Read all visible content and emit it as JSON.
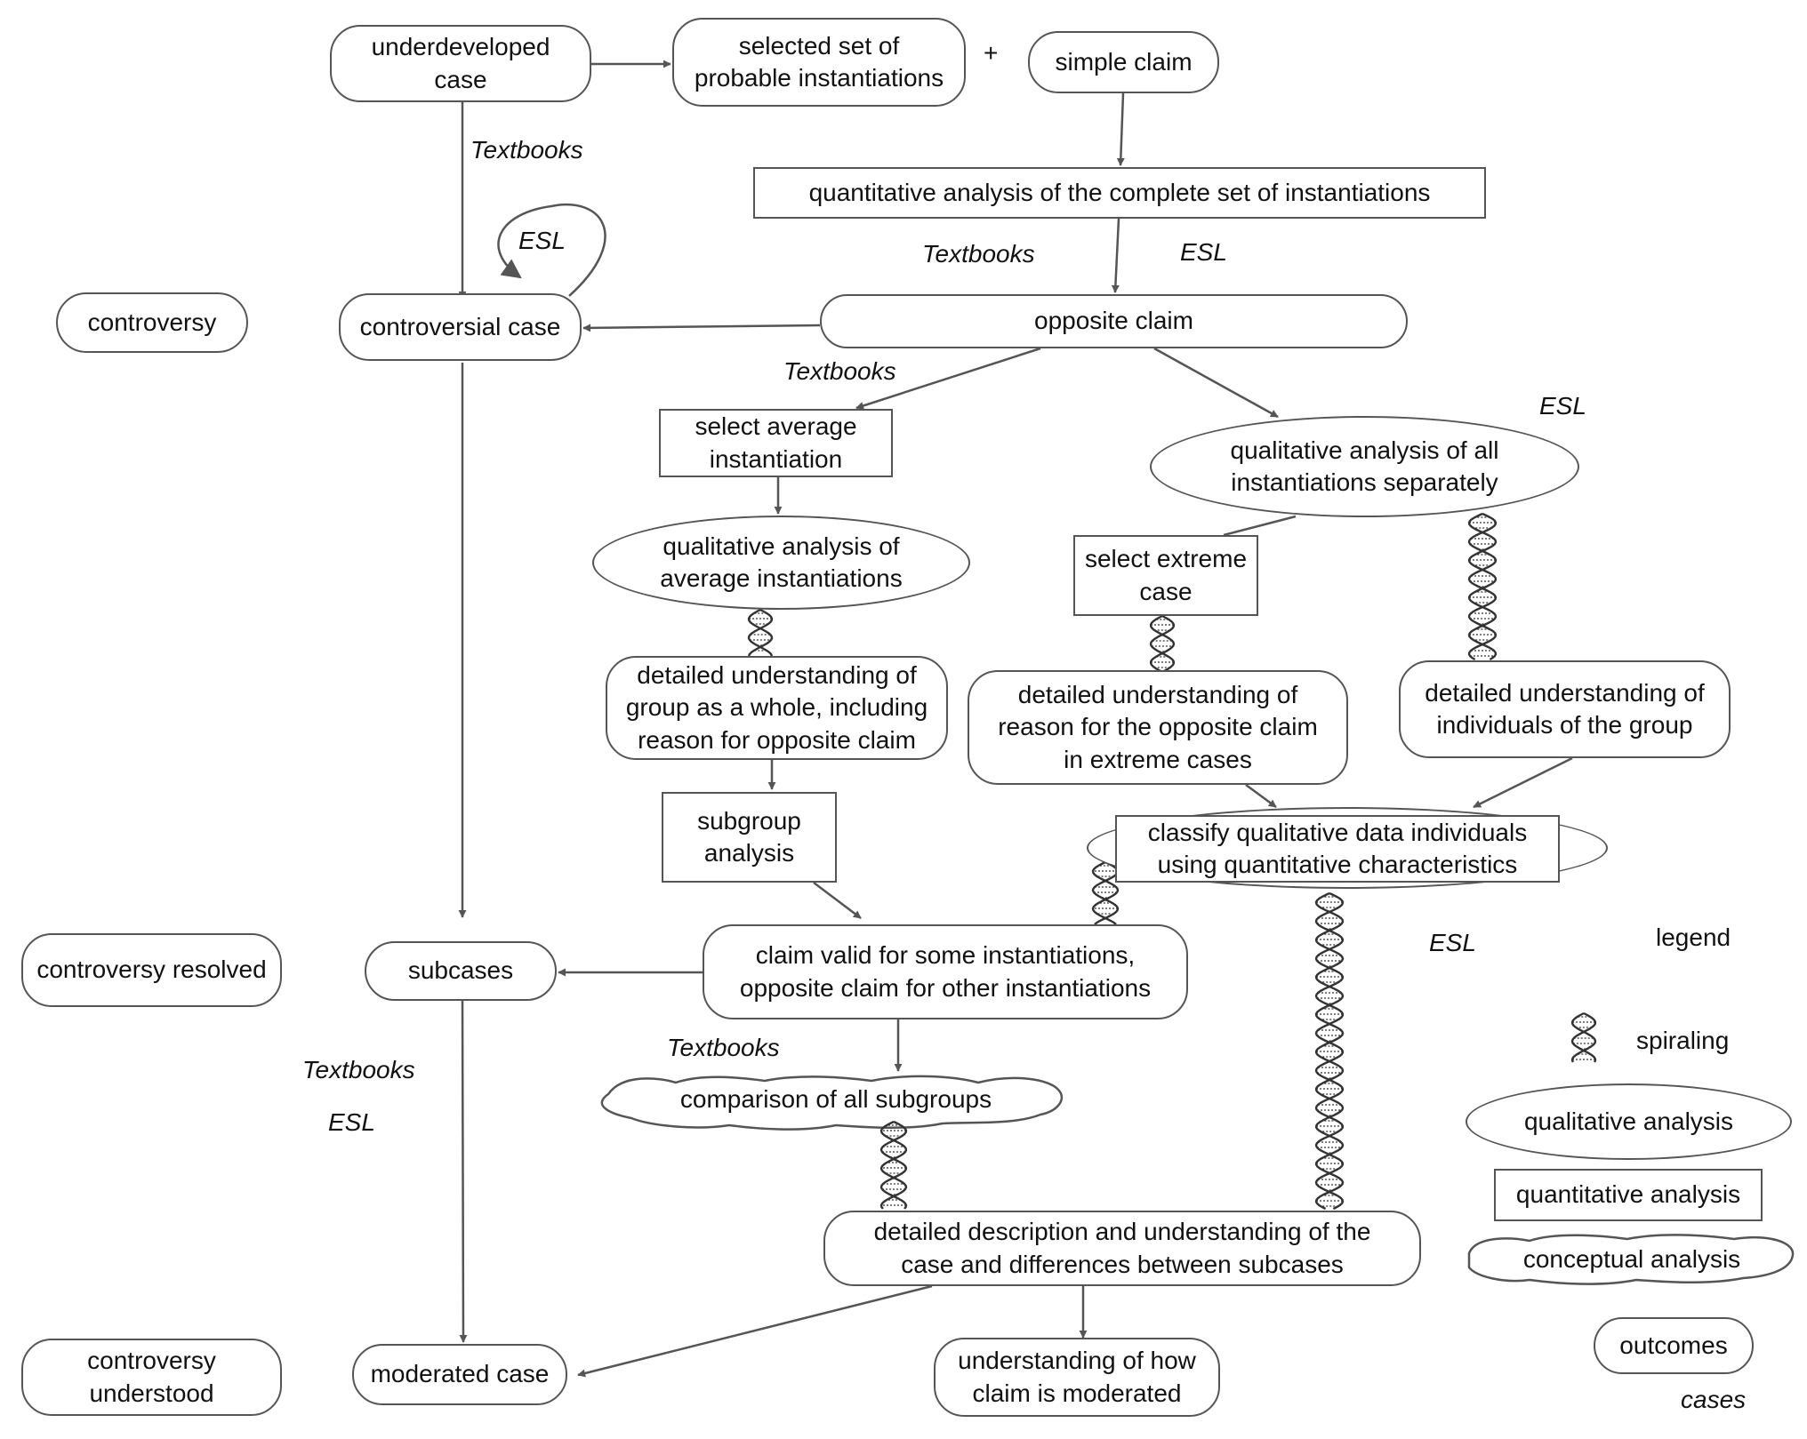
{
  "nodes": {
    "underdeveloped_case": "underdeveloped\ncase",
    "selected_set": "selected set of\nprobable instantiations",
    "plus": "+",
    "simple_claim": "simple claim",
    "quant_complete": "quantitative analysis of the complete set of instantiations",
    "controversial_case": "controversial case",
    "opposite_claim": "opposite claim",
    "select_average": "select average\ninstantiation",
    "qual_all_separately": "qualitative analysis of all\ninstantiations separately",
    "qual_average": "qualitative analysis of\naverage instantiations",
    "select_extreme": "select extreme\ncase",
    "detail_group_whole": "detailed understanding of\ngroup as a whole, including\nreason for opposite claim",
    "detail_reason_extreme": "detailed understanding of\nreason for the opposite claim\nin extreme cases",
    "detail_individuals": "detailed understanding of\nindividuals of the group",
    "subgroup_analysis": "subgroup\nanalysis",
    "classify": "classify qualitative data individuals\nusing quantitative characteristics",
    "claim_valid": "claim valid for some instantiations,\nopposite claim for other instantiations",
    "subcases": "subcases",
    "comparison_subgroups": "comparison of all subgroups",
    "detailed_description": "detailed description and understanding of the\ncase and differences between subcases",
    "moderated_case": "moderated case",
    "understanding_moderated": "understanding of how\nclaim is moderated"
  },
  "stages": {
    "controversy": "controversy",
    "controversy_resolved": "controversy resolved",
    "controversy_understood": "controversy\nunderstood"
  },
  "edge_labels": {
    "textbooks_1": "Textbooks",
    "esl_loop": "ESL",
    "textbooks_2": "Textbooks",
    "esl_2": "ESL",
    "textbooks_3": "Textbooks",
    "esl_3": "ESL",
    "esl_4": "ESL",
    "textbooks_4": "Textbooks",
    "textbooks_5": "Textbooks",
    "esl_5": "ESL"
  },
  "legend": {
    "title": "legend",
    "spiraling": "spiraling",
    "qualitative": "qualitative analysis",
    "quantitative": "quantitative analysis",
    "conceptual": "conceptual analysis",
    "outcomes": "outcomes",
    "cases": "cases"
  },
  "colors": {
    "stroke": "#555555",
    "text": "#111111",
    "helix": "#333333"
  }
}
